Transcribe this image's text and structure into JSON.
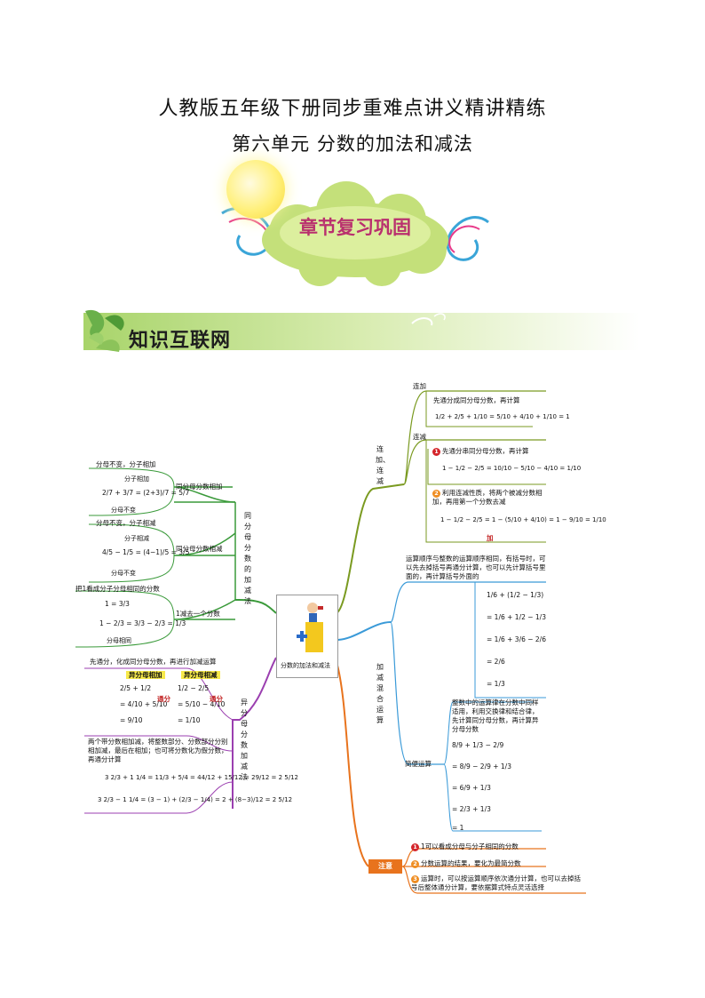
{
  "header": {
    "title": "人教版五年级下册同步重难点讲义精讲精练",
    "subtitle": "第六单元  分数的加法和减法"
  },
  "cloud": {
    "label": "章节复习巩固"
  },
  "banner": {
    "label": "知识互联网"
  },
  "mindmap": {
    "center": "分数的加法和减法",
    "left_top": {
      "branch": "同分母分数的加减法",
      "add": {
        "label": "同分母分数相加",
        "rule": "分母不变，分子相加",
        "note_top": "分子相加",
        "formula": "2/7 + 3/7 = (2+3)/7 = 5/7",
        "note_bottom": "分母不变"
      },
      "sub": {
        "label": "同分母分数相减",
        "rule": "分母不变，分子相减",
        "note_top": "分子相减",
        "formula": "4/5 − 1/5 = (4−1)/5 = 3/5",
        "note_bottom": "分母不变"
      },
      "one": {
        "label": "1减去一个分数",
        "rule": "把1看成分子分母相同的分数",
        "formula1": "1 = 3/3",
        "formula2": "1 − 2/3 = 3/3 − 2/3 = 1/3",
        "note_bottom": "分母相同"
      }
    },
    "left_bottom": {
      "branch": "异分母分数加减法",
      "rule1": "先通分，化成同分母分数，再进行加减运算",
      "tag_add": "异分母相加",
      "tag_sub": "异分母相减",
      "add_lines": [
        "2/5 + 1/2",
        "= 4/10 + 5/10",
        "= 9/10"
      ],
      "sub_lines": [
        "1/2 − 2/5",
        "= 5/10 − 4/10",
        "= 1/10"
      ],
      "tongfen": "通分",
      "rule2": "两个带分数相加减，将整数部分、分数部分分别相加减，最后在相加；也可将分数化为假分数，再通分计算",
      "mixed1": "3 2/3 + 1 1/4 = 11/3 + 5/4 = 44/12 + 15/12 = 29/12 = 2 5/12",
      "mixed2": "3 2/3 − 1 1/4 = (3 − 1) + (2/3 − 1/4) = 2 + (8−3)/12 = 2 5/12"
    },
    "right_top": {
      "branch": "连加、连减",
      "lianjia": {
        "label": "连加",
        "rule": "先通分成同分母分数，再计算",
        "formula": "1/2 + 2/5 + 1/10 = 5/10 + 4/10 + 1/10 = 1"
      },
      "lianjian": {
        "label": "连减",
        "rule1": "先通分串同分母分数，再计算",
        "formula1": "1 − 1/2 − 2/5 = 10/10 − 5/10 − 4/10 = 1/10",
        "rule2": "利用连减性质，将两个被减分数相加，再用第一个分数去减",
        "formula2": "1 − 1/2 − 2/5 = 1 − (5/10 + 4/10) = 1 − 9/10 = 1/10",
        "plus": "加"
      }
    },
    "right_mid": {
      "branch": "加减混合运算",
      "rule": "运算顺序与整数的运算顺序相同，有括号时，可以先去掉括号再通分计算，也可以先计算括号里面的，再计算括号外面的",
      "lines": [
        "1/6 + (1/2 − 1/3)",
        "= 1/6 + 1/2 − 1/3",
        "= 1/6 + 3/6 − 2/6",
        "= 2/6",
        "= 1/3"
      ],
      "simple": {
        "label": "简便运算",
        "rule": "整数中的运算律在分数中同样适用，利用交换律和结合律，先计算同分母分数，再计算异分母分数",
        "lines": [
          "8/9 + 1/3 − 2/9",
          "= 8/9 − 2/9 + 1/3",
          "= 6/9 + 1/3",
          "= 2/3 + 1/3",
          "= 1"
        ]
      }
    },
    "notes": {
      "label": "注意",
      "items": [
        "1可以看成分母与分子相同的分数",
        "分数运算的结果，要化为最简分数",
        "运算时，可以按运算顺序依次通分计算，也可以去掉括号后整体通分计算，要依据算式特点灵活选择"
      ]
    },
    "colors": {
      "green": "#3a9a3a",
      "purple": "#9b3fb0",
      "olive": "#7a9a20",
      "blue": "#3a9ad8",
      "orange": "#e8731d"
    }
  }
}
